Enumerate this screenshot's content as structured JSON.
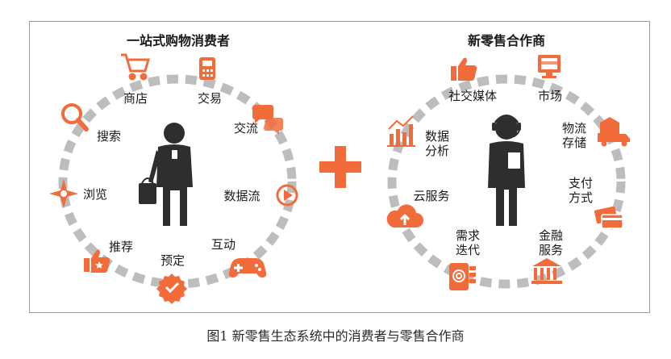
{
  "colors": {
    "accent": "#f26b3a",
    "figure": "#2e2e2e",
    "ring": "#bdbdbd"
  },
  "left": {
    "title": "一站式购物消费者",
    "labels": {
      "shop": "商店",
      "trade": "交易",
      "chat": "交流",
      "search": "搜索",
      "browse": "浏览",
      "dataflow": "数据流",
      "recommend": "推荐",
      "reserve": "预定",
      "interact": "互动"
    }
  },
  "right": {
    "title": "新零售合作商",
    "labels": {
      "social": "社交媒体",
      "market": "市场",
      "analysis": "数据\n分析",
      "logistics": "物流\n存储",
      "cloud": "云服务",
      "payment": "支付\n方式",
      "iteration": "需求\n迭代",
      "finance": "金融\n服务"
    }
  },
  "icons": {
    "shop": "shopping-cart-icon",
    "trade": "pos-terminal-icon",
    "chat": "chat-bubbles-icon",
    "search": "magnifier-icon",
    "browse": "compass-icon",
    "dataflow": "play-circle-icon",
    "recommend": "thumbs-up-star-icon",
    "reserve": "check-badge-icon",
    "interact": "gamepad-icon",
    "social": "thumbs-up-icon",
    "market": "storefront-monitor-icon",
    "analysis": "bar-chart-icon",
    "logistics": "delivery-truck-icon",
    "cloud": "cloud-upload-icon",
    "payment": "credit-cards-icon",
    "iteration": "mobile-target-icon",
    "finance": "bank-icon"
  },
  "caption": "图1 新零售生态系统中的消费者与零售合作商"
}
